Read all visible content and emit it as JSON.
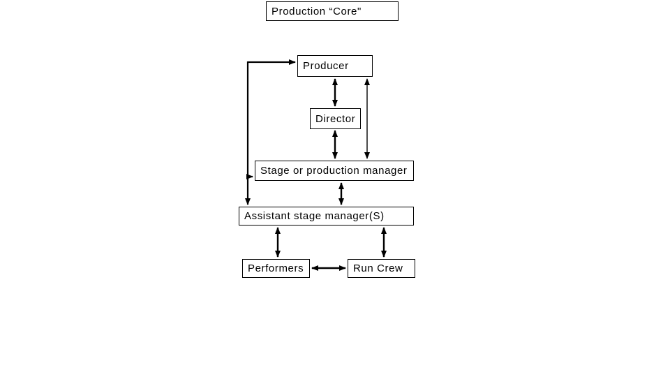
{
  "diagram": {
    "slide_background": "#ffffff",
    "colors": {
      "box_fill": "#ffffff",
      "box_border": "#000000",
      "text": "#000000",
      "connector": "#000000"
    },
    "nodes": {
      "title_box": {
        "label": "Production “Core\""
      },
      "producer": {
        "label": "Producer"
      },
      "director": {
        "label": "Director"
      },
      "stage_manager": {
        "label": "Stage or production manager"
      },
      "assistant_stage_manager": {
        "label": "Assistant stage manager(S)"
      },
      "performers": {
        "label": "Performers"
      },
      "run_crew": {
        "label": "Run Crew"
      }
    },
    "edges": [
      {
        "from": "producer",
        "to": "director",
        "style": "double-headed vertical arrow"
      },
      {
        "from": "director",
        "to": "stage_manager",
        "style": "double-headed vertical arrow"
      },
      {
        "from": "producer",
        "to": "stage_manager",
        "style": "double-headed vertical arrow, routed right of director"
      },
      {
        "from": "assistant_stage_manager",
        "to": "producer",
        "style": "double-headed elbow arrow, routed left of all boxes"
      },
      {
        "from": "assistant_stage_manager_feed_line",
        "to": "stage_manager",
        "style": "arrowhead into left edge of stage manager from left elbow line"
      },
      {
        "from": "stage_manager",
        "to": "assistant_stage_manager",
        "style": "double-headed vertical arrow"
      },
      {
        "from": "assistant_stage_manager",
        "to": "performers",
        "style": "double-headed vertical arrow"
      },
      {
        "from": "assistant_stage_manager",
        "to": "run_crew",
        "style": "double-headed vertical arrow"
      },
      {
        "from": "performers",
        "to": "run_crew",
        "style": "double-headed horizontal arrow"
      }
    ]
  }
}
